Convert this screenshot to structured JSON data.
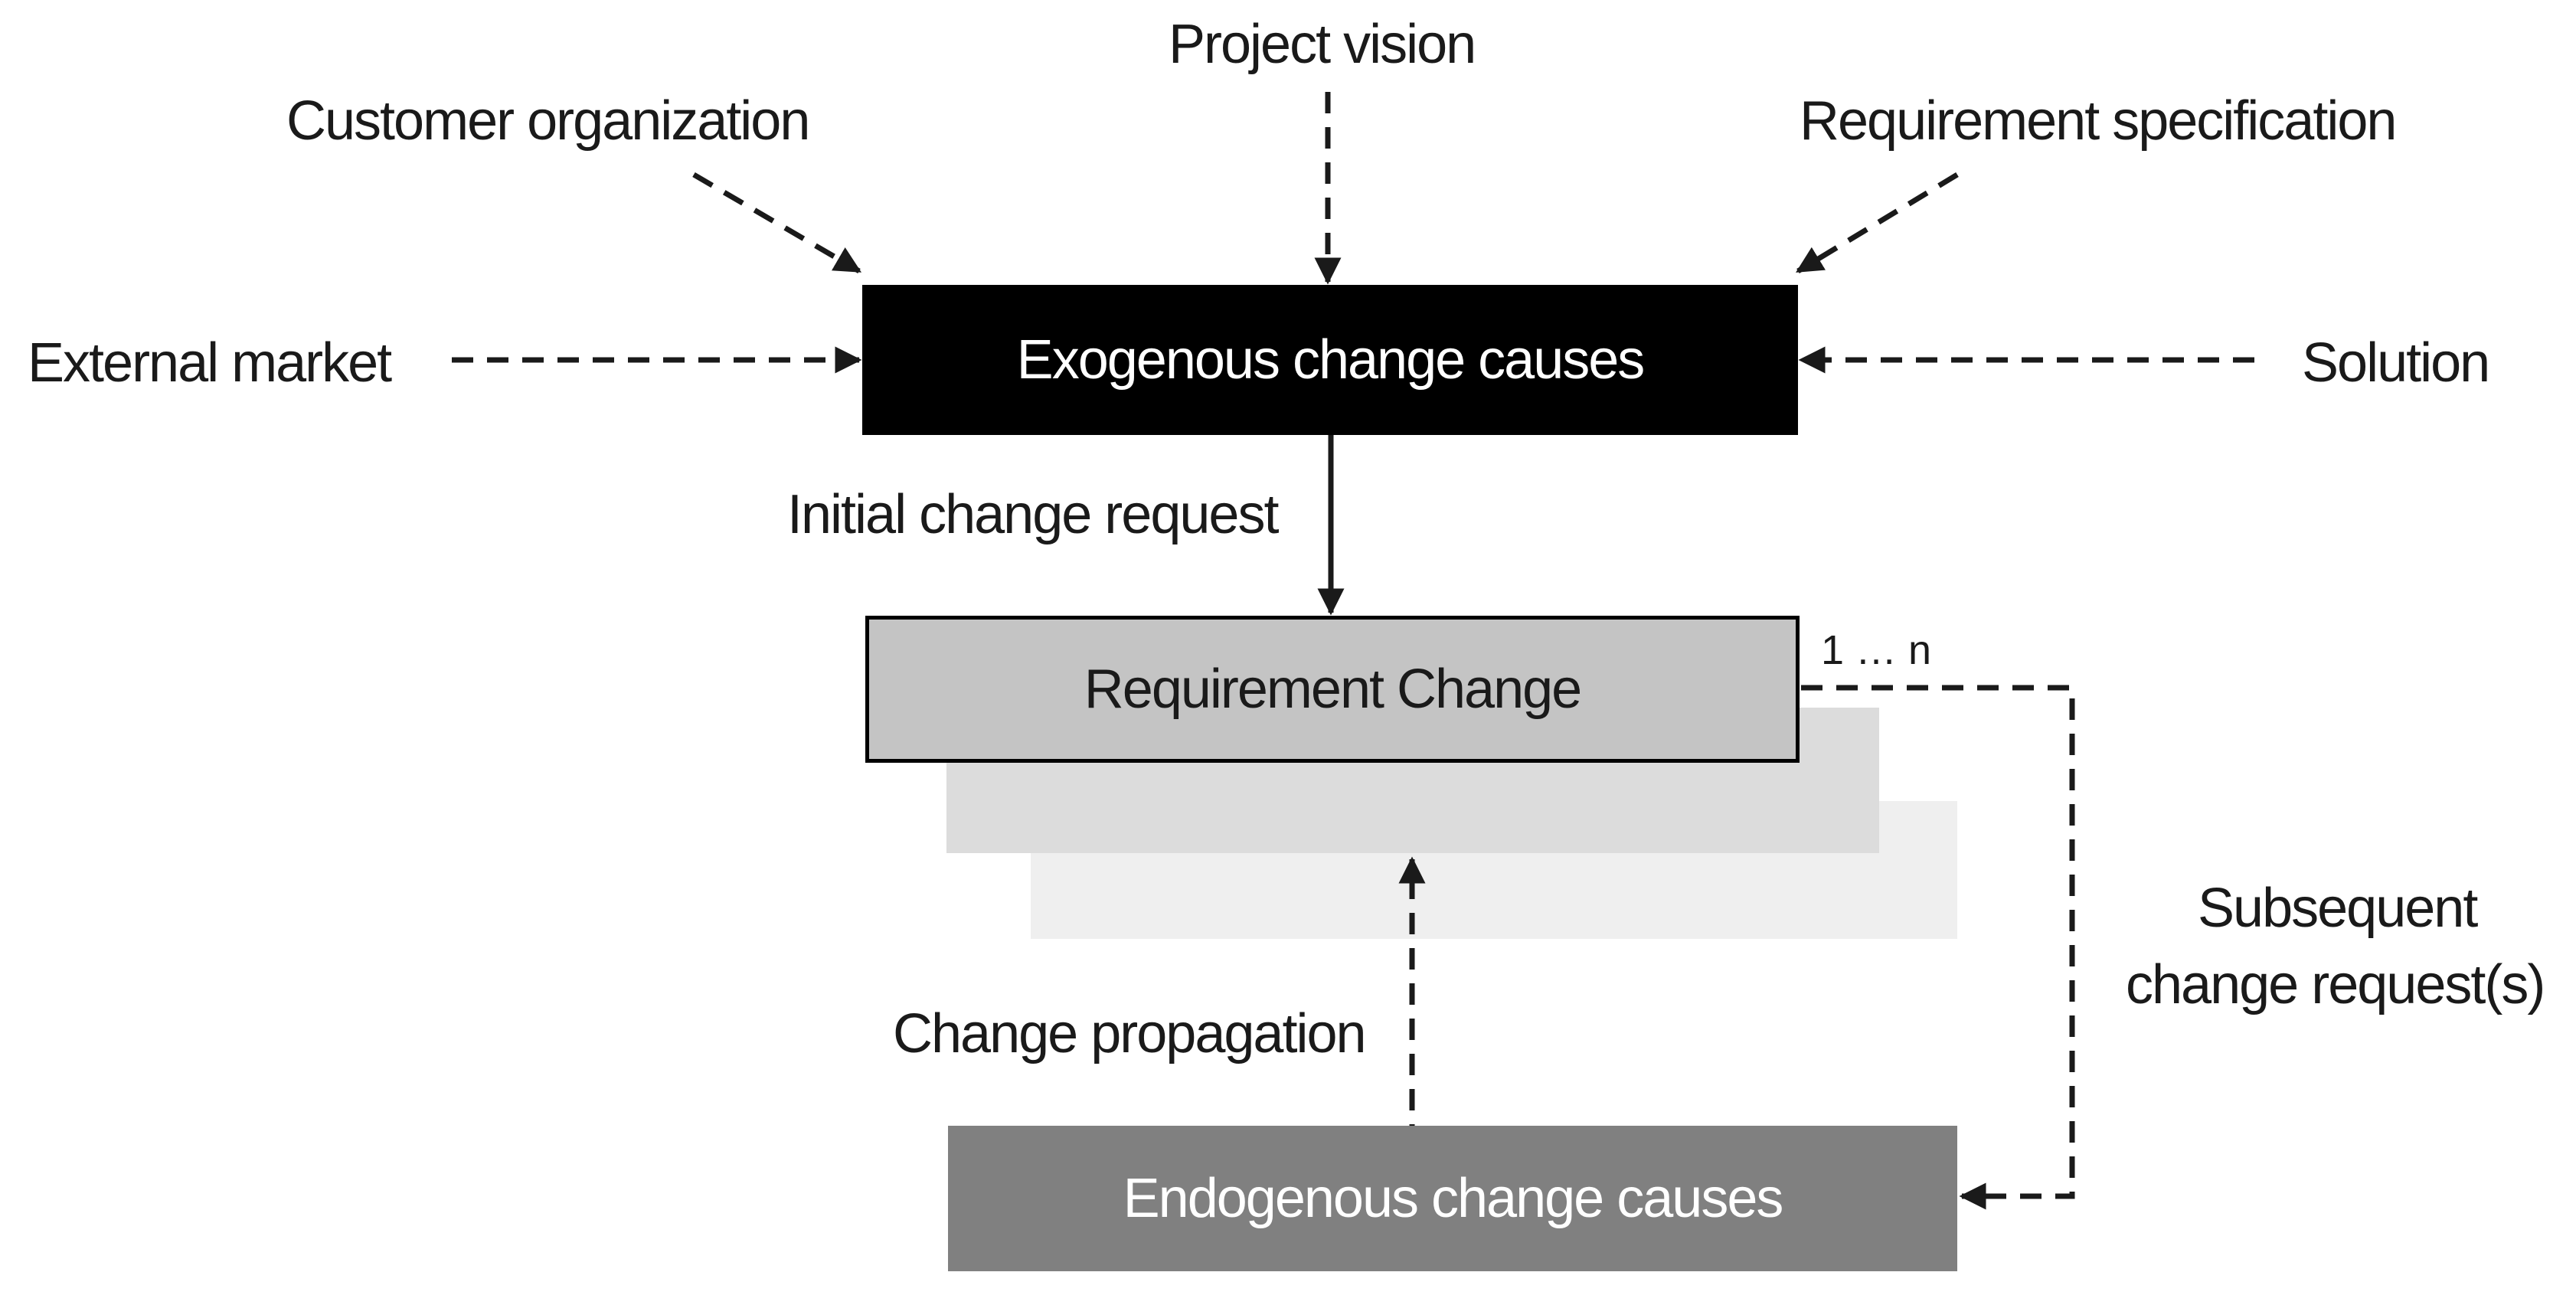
{
  "nodes": {
    "exogenous": "Exogenous change causes",
    "requirement_change": "Requirement Change",
    "endogenous": "Endogenous change causes"
  },
  "sources": {
    "project_vision": "Project vision",
    "customer_organization": "Customer organization",
    "requirement_specification": "Requirement specification",
    "external_market": "External market",
    "solution": "Solution"
  },
  "edges": {
    "initial_change_request": "Initial change request",
    "multiplicity": "1 … n",
    "subsequent_line1": "Subsequent",
    "subsequent_line2": "change request(s)",
    "change_propagation": "Change propagation"
  },
  "colors": {
    "exogenous_fill": "#000000",
    "requirement_fill": "#c4c4c4",
    "endogenous_fill": "#808080",
    "stack_fill_1": "#dcdcdc",
    "stack_fill_2": "#efefef",
    "line": "#1a1a1a"
  }
}
